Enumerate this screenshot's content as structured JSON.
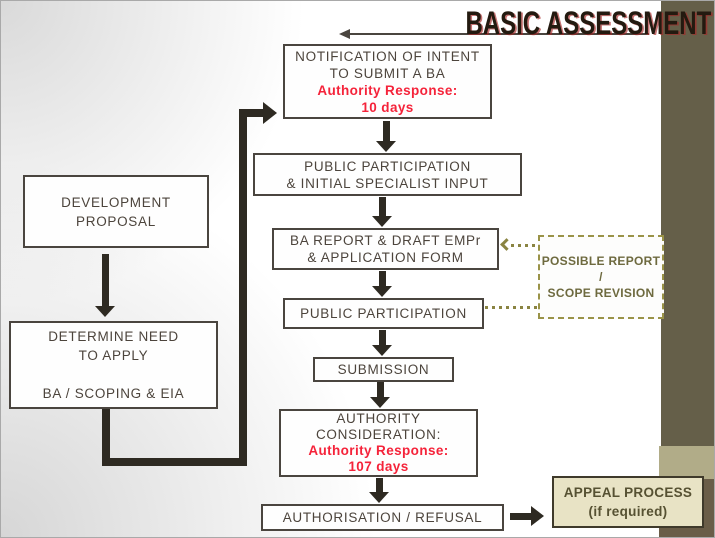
{
  "title": "BASIC ASSESSMENT",
  "flow": {
    "notification": {
      "l1": "NOTIFICATION OF INTENT",
      "l2": "TO SUBMIT A BA",
      "r1": "Authority Response:",
      "r2": "10 days"
    },
    "public_initial": {
      "l1": "PUBLIC PARTICIPATION",
      "l2": "& INITIAL SPECIALIST INPUT"
    },
    "ba_report": {
      "l1": "BA REPORT & DRAFT EMPr",
      "l2": "& APPLICATION FORM"
    },
    "public_participation": {
      "l1": "PUBLIC PARTICIPATION"
    },
    "submission": {
      "l1": "SUBMISSION"
    },
    "authority": {
      "l1": "AUTHORITY",
      "l2": "CONSIDERATION:",
      "r1": "Authority Response:",
      "r2": "107 days"
    },
    "authorisation": {
      "l1": "AUTHORISATION / REFUSAL"
    },
    "appeal": {
      "l1": "APPEAL PROCESS",
      "l2": "(if required)"
    },
    "development": {
      "l1": "DEVELOPMENT",
      "l2": "PROPOSAL"
    },
    "determine": {
      "l1": "DETERMINE NEED",
      "l2": "TO APPLY",
      "l3": "BA / SCOPING & EIA"
    },
    "revision": {
      "l1": "POSSIBLE REPORT /",
      "l2": "SCOPE REVISION"
    }
  },
  "colors": {
    "red_text": "#f5233a",
    "box_border": "#4a453f",
    "box_text": "#4c443c",
    "thick_arrow": "#2e2a22",
    "olive_dotted": "#8a8442",
    "olive_text": "#6e6a3f",
    "band_top": "#655f49",
    "band_light": "#b1ac88",
    "band_bottom": "#6a5d48",
    "appeal_bg": "#e8e3c5",
    "appeal_text": "#565132",
    "title_color": "#231a10"
  }
}
